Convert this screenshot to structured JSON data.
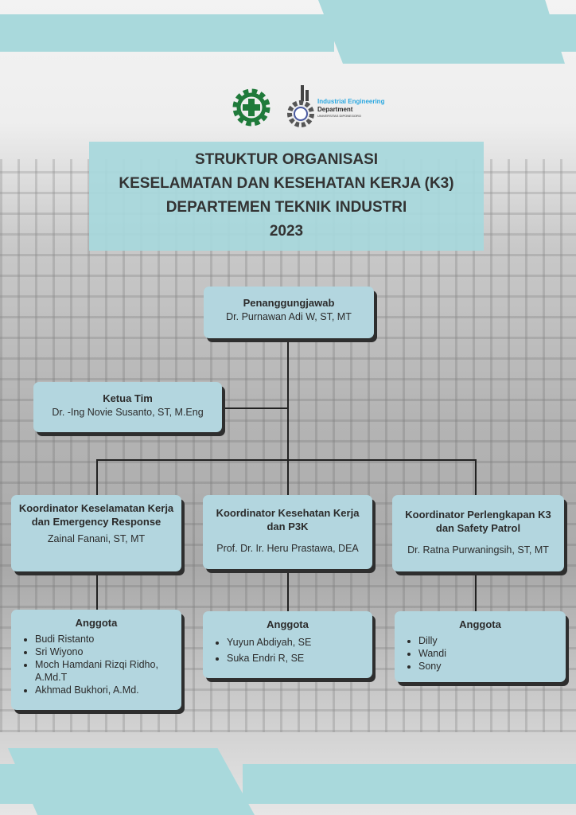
{
  "logos": {
    "k3": "K3 cross gear logo",
    "ie_line1": "Industrial Engineering",
    "ie_line2": "Department",
    "ie_line3": "UNIVERSITAS DIPONEGORO"
  },
  "title": [
    "STRUKTUR ORGANISASI",
    "KESELAMATAN DAN KESEHATAN KERJA (K3)",
    "DEPARTEMEN TEKNIK INDUSTRI",
    "2023"
  ],
  "head": {
    "role": "Penanggungjawab",
    "name": "Dr. Purnawan Adi W, ST, MT"
  },
  "lead": {
    "role": "Ketua Tim",
    "name": "Dr. -Ing Novie Susanto, ST, M.Eng"
  },
  "coordinators": [
    {
      "role": "Koordinator  Keselamatan Kerja dan Emergency Response",
      "name": "Zainal Fanani, ST, MT",
      "members_title": "Anggota",
      "members": [
        "Budi Ristanto",
        "Sri Wiyono",
        "Moch Hamdani Rizqi Ridho, A.Md.T",
        "Akhmad Bukhori, A.Md."
      ]
    },
    {
      "role": "Koordinator  Kesehatan Kerja dan P3K",
      "name": "Prof. Dr. Ir. Heru Prastawa, DEA",
      "members_title": "Anggota",
      "members": [
        "Yuyun Abdiyah, SE",
        "Suka Endri R, SE"
      ]
    },
    {
      "role": "Koordinator  Perlengkapan K3 dan Safety Patrol",
      "name": "Dr. Ratna Purwaningsih, ST, MT",
      "members_title": "Anggota",
      "members": [
        "Dilly",
        "Wandi",
        "Sony"
      ]
    }
  ],
  "colors": {
    "box": "#b3d6df",
    "stripe": "#a9d9dc",
    "k3_green": "#1f7a3a",
    "ie_blue": "#2aa7e0"
  }
}
